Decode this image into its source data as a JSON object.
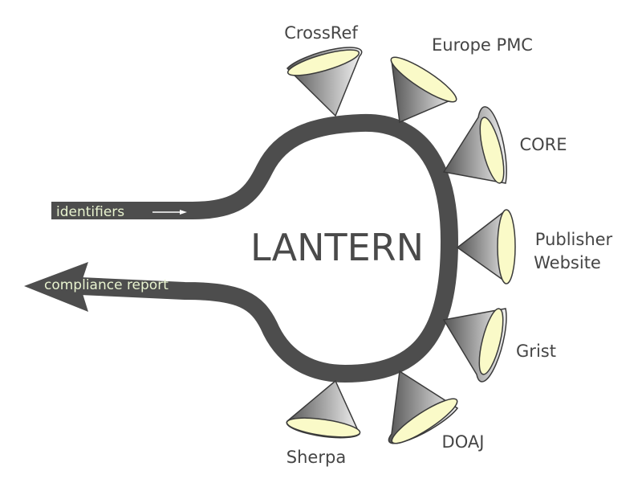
{
  "title": "LANTERN",
  "input_label": "identifiers",
  "output_label": "compliance report",
  "sources": [
    {
      "id": "crossref",
      "label_lines": [
        "CrossRef"
      ]
    },
    {
      "id": "europe-pmc",
      "label_lines": [
        "Europe PMC"
      ]
    },
    {
      "id": "core",
      "label_lines": [
        "CORE"
      ]
    },
    {
      "id": "publisher-website",
      "label_lines": [
        "Publisher",
        "Website"
      ]
    },
    {
      "id": "grist",
      "label_lines": [
        "Grist"
      ]
    },
    {
      "id": "doaj",
      "label_lines": [
        "DOAJ"
      ]
    },
    {
      "id": "sherpa",
      "label_lines": [
        "Sherpa"
      ]
    }
  ],
  "colors": {
    "pipe": "#4d4d4d",
    "cone_dark": "#555555",
    "cone_light": "#eeeeee",
    "cone_mouth": "#fafac8",
    "flow_text": "#e8f3cf",
    "label_text": "#454545"
  }
}
